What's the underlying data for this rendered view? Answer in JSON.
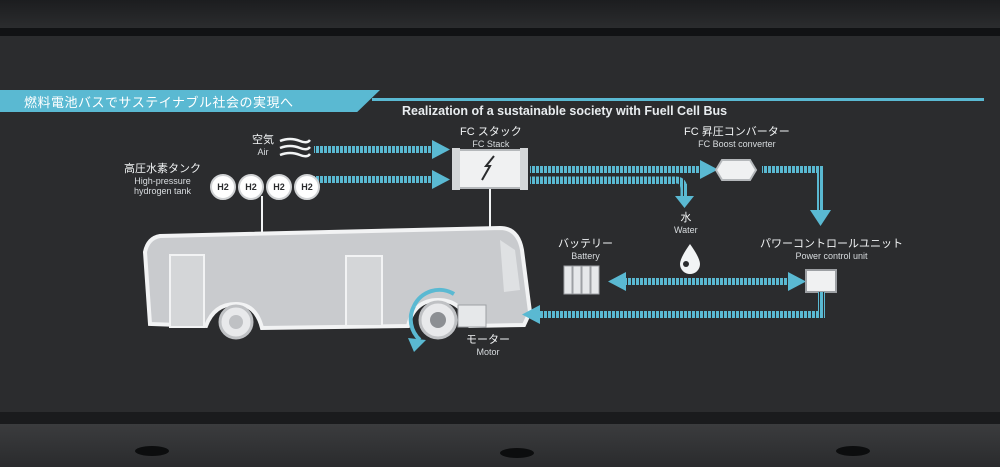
{
  "header": {
    "title_jp": "燃料電池バスでサステイナブル社会の実現へ",
    "title_en": "Realization of a sustainable society with Fuell Cell Bus"
  },
  "labels": {
    "air_jp": "空気",
    "air_en": "Air",
    "tank_jp": "高圧水素タンク",
    "tank_en1": "High-pressure",
    "tank_en2": "hydrogen tank",
    "h2": "H2",
    "fc_stack_jp": "FC スタック",
    "fc_stack_en": "FC Stack",
    "fc_boost_jp": "FC 昇圧コンバーター",
    "fc_boost_en": "FC Boost converter",
    "water_jp": "水",
    "water_en": "Water",
    "battery_jp": "バッテリー",
    "battery_en": "Battery",
    "pcu_jp": "パワーコントロールユニット",
    "pcu_en": "Power control unit",
    "motor_jp": "モーター",
    "motor_en": "Motor"
  },
  "colors": {
    "accent": "#5ab9d2",
    "background": "#2b2c2e",
    "component": "#e6e8ea",
    "bus_body": "#c9cbce"
  }
}
